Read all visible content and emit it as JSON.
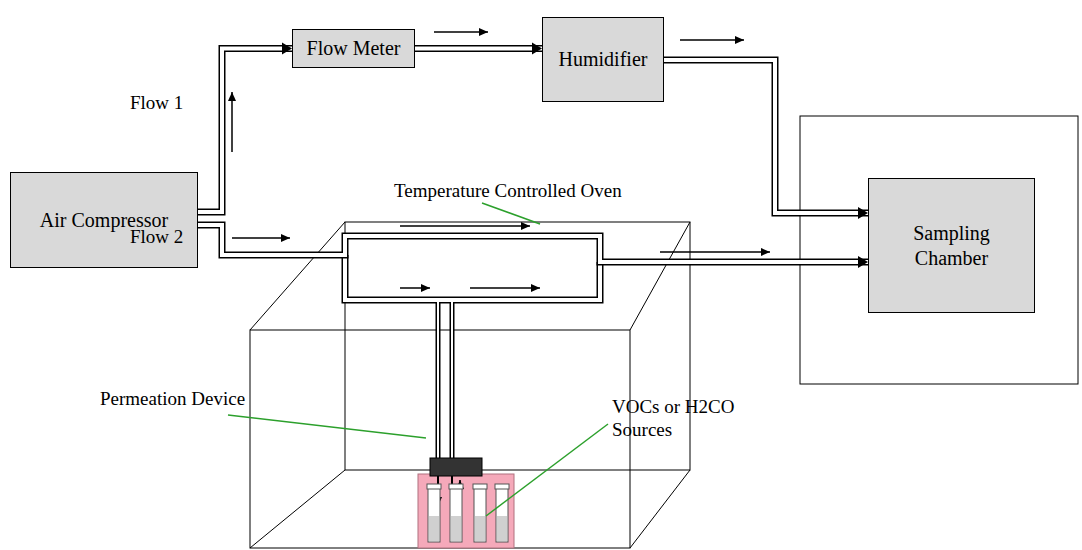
{
  "diagram": {
    "nodes": [
      {
        "text": [
          "Air Compressor"
        ]
      },
      {
        "text": [
          "Flow Meter"
        ]
      },
      {
        "text": [
          "Humidifier"
        ]
      },
      {
        "text": [
          "Sampling Chamber"
        ]
      }
    ],
    "edges": [
      {
        "from": 0,
        "to": 1,
        "arrow": "to"
      },
      {
        "from": 1,
        "to": 2,
        "arrow": "to"
      },
      {
        "from": 2,
        "to": 3,
        "arrow": "to"
      },
      {
        "from": 0,
        "to": 3,
        "arrow": "to"
      }
    ],
    "labels": [
      "Flow 1",
      "Flow 2",
      "Temperature Controlled Oven",
      "Permeation Device",
      "VOCs or H2CO Sources"
    ]
  }
}
